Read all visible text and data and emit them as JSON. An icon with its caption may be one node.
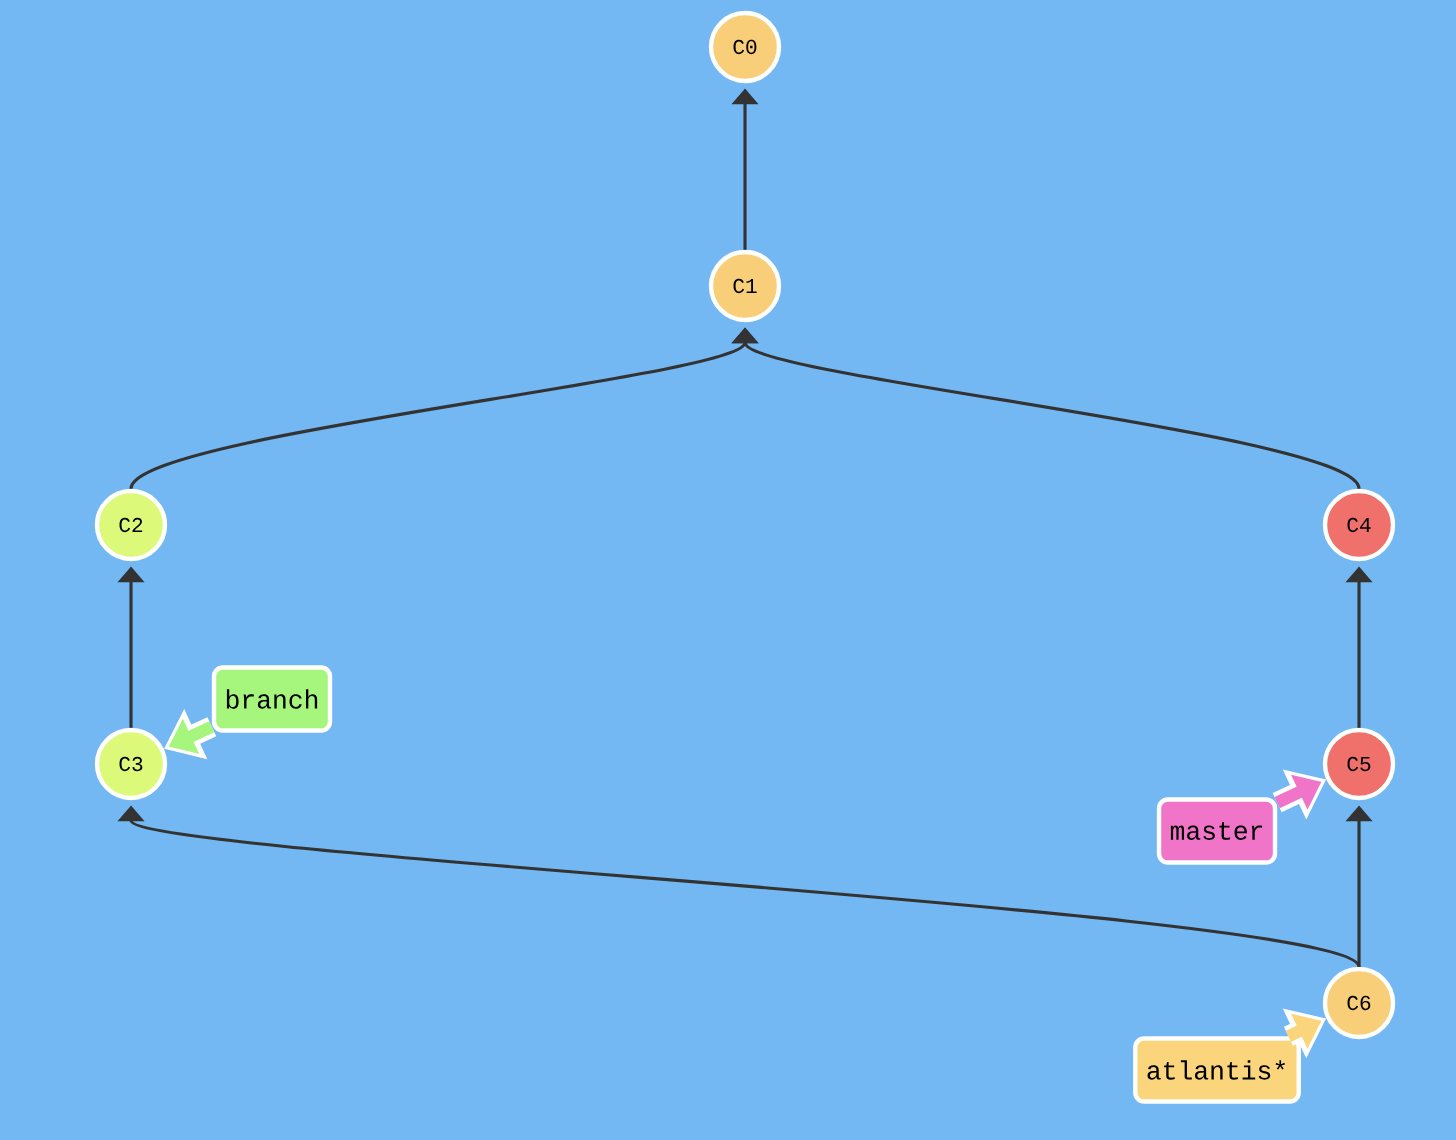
{
  "diagram": {
    "nodes": [
      {
        "text": [
          "C0"
        ]
      },
      {
        "text": [
          "C1"
        ]
      },
      {
        "text": [
          "C2"
        ]
      },
      {
        "text": [
          "C3"
        ]
      },
      {
        "text": [
          "C4"
        ]
      },
      {
        "text": [
          "C5"
        ]
      },
      {
        "text": [
          "C6"
        ]
      },
      {
        "text": [
          "branch"
        ]
      },
      {
        "text": [
          "master"
        ]
      },
      {
        "text": [
          "atlantis*"
        ]
      }
    ],
    "edges": [
      {
        "from": 1,
        "to": 0,
        "arrow": "to"
      },
      {
        "from": 2,
        "to": 1,
        "arrow": "to"
      },
      {
        "from": 4,
        "to": 1,
        "arrow": "to"
      },
      {
        "from": 3,
        "to": 2,
        "arrow": "to"
      },
      {
        "from": 5,
        "to": 4,
        "arrow": "to"
      },
      {
        "from": 6,
        "to": 5,
        "arrow": "to"
      },
      {
        "from": 6,
        "to": 3,
        "arrow": "to"
      },
      {
        "from": 7,
        "to": 3,
        "arrow": "to",
        "style": "thick",
        "color": "#a6f57c"
      },
      {
        "from": 8,
        "to": 5,
        "arrow": "to",
        "style": "thick",
        "color": "#f075c9"
      },
      {
        "from": 9,
        "to": 6,
        "arrow": "to",
        "style": "thick",
        "color": "#fad57c"
      }
    ]
  }
}
